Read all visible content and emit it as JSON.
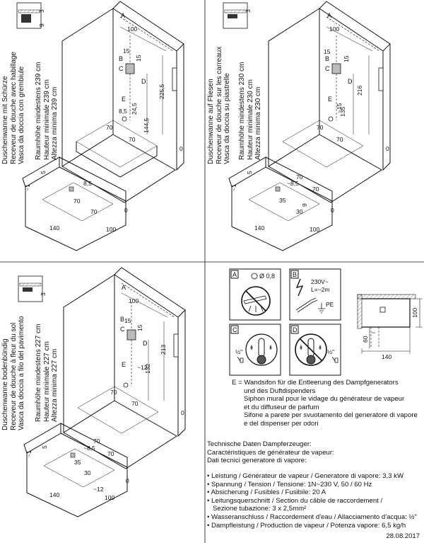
{
  "panels": {
    "p1": {
      "title": [
        "Duschenwanne mit Schürze",
        "Receveur de douche avec habillage",
        "Vasca da doccia con grembiule"
      ],
      "height": [
        "Raumhöhe mindestens 239 cm",
        "Hauteur minimale 239 cm",
        "Altezza minima 239 cm"
      ],
      "labels": {
        "A": "A",
        "B": "B",
        "C": "C",
        "D": "D",
        "E": "E"
      },
      "dims": [
        "3",
        "9",
        "100",
        "15",
        "15",
        "225,5",
        "144,5",
        "24,5",
        "8,5",
        "70",
        "70",
        "0",
        "5",
        "~1",
        "8,5",
        "70",
        "70",
        "140",
        "100",
        "0"
      ]
    },
    "p2": {
      "title": [
        "Duschenwanne auf Fliesen",
        "Receveur de douche sur les carreaux",
        "Vasca da doccia su piastrelle"
      ],
      "height": [
        "Raumhöhe mindestens 230 cm",
        "Hauteur minimale 230 cm",
        "Altezza minima 230 cm"
      ],
      "labels": {
        "A": "A",
        "B": "B",
        "C": "C",
        "D": "D",
        "E": "E"
      },
      "dims": [
        "3",
        "100",
        "15",
        "15",
        "216",
        "135",
        "~15",
        "70",
        "70",
        "0",
        "5",
        "~1",
        "70",
        "~8,5",
        "70",
        "35",
        "30",
        "9",
        "140",
        "100",
        "0"
      ]
    },
    "p3": {
      "title": [
        "Duschenwanne bodenbündig",
        "Receveur de douche à fleur du sol",
        "Vasca da doccia a filo del pavimento"
      ],
      "height": [
        "Raumhöhe mindestens 227 cm",
        "Hauteur minimale 227 cm",
        "Altezza minima 227 cm"
      ],
      "labels": {
        "A": "A",
        "B": "B",
        "C": "C",
        "D": "D",
        "E": "E"
      },
      "dims": [
        "3",
        "100",
        "15",
        "15",
        "213",
        "132",
        "~12",
        "70",
        "70",
        "0",
        "5",
        "~1",
        "70",
        "~8,5",
        "70",
        "35",
        "30",
        "~12",
        "140",
        "100",
        "0"
      ]
    }
  },
  "icons": {
    "A": {
      "label": "A",
      "value": "Ø 0,8"
    },
    "B": {
      "label": "B",
      "voltage": "230V~",
      "length": "L=~2m",
      "pe": "PE"
    },
    "C": {
      "label": "C",
      "fitting": "½\""
    },
    "D": {
      "label": "D",
      "fitting": "½\""
    }
  },
  "plan": {
    "depth": "100",
    "offset": "60",
    "width": "140"
  },
  "legend": [
    "E = Wandsifon für die Entleerung des Dampfgenerators",
    "und des Duftdispenders",
    "Siphon mural pour le vidage du générateur de vapeur",
    "et du diffuseur de parfum",
    "Sifone a parete per svuotamento del generatore di vapore",
    "e del dispenser per odori"
  ],
  "tech_title": [
    "Technische Daten Dampferzeuger:",
    "Caractéristiques de générateur de vapeur:",
    "Dati tecnici generatore di vapore:"
  ],
  "specs": [
    "• Leistung / Générateur de vapeur / Generatore di vapore: 3,3 kW",
    "• Spannung / Tension / Tensione: 1N~230 V, 50 / 60 Hz",
    "• Absicherung / Fusibles / Fusibile: 20 A",
    "• Leitungsquerschnitt / Section du câble de raccordement /",
    "  Sezione tubazione: 3 x 2,5mm²",
    "• Wasseranschluss / Raccordement d'eau / Allacciamento d'acqua: ½\"",
    "• Dampfleistung / Production de vapeur / Potenza vapore: 6,5 kg/h"
  ],
  "date": "28.08.2017"
}
